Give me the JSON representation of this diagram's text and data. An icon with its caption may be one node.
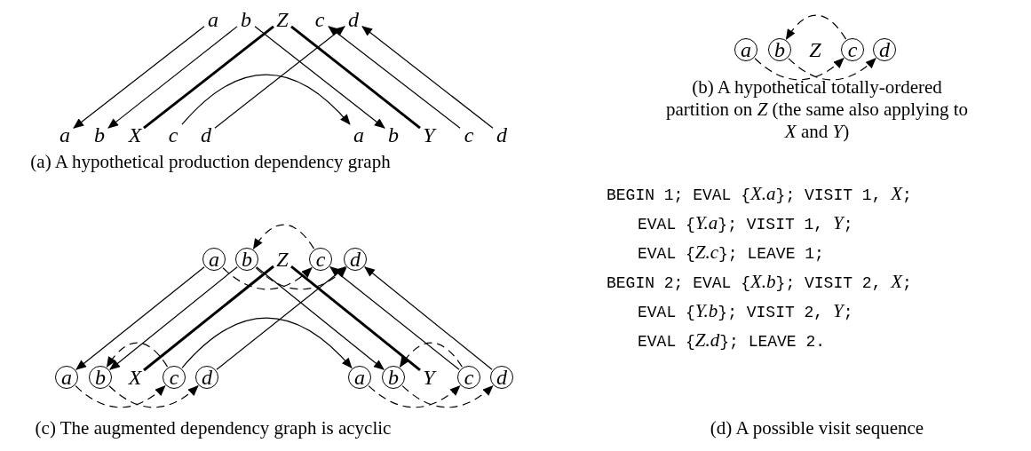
{
  "diagram": {
    "nodes": [
      {
        "text": [
          "a"
        ]
      },
      {
        "text": [
          "b"
        ]
      },
      {
        "text": [
          "Z"
        ]
      },
      {
        "text": [
          "c"
        ]
      },
      {
        "text": [
          "d"
        ]
      },
      {
        "text": [
          "a"
        ]
      },
      {
        "text": [
          "b"
        ]
      },
      {
        "text": [
          "X"
        ]
      },
      {
        "text": [
          "c"
        ]
      },
      {
        "text": [
          "d"
        ]
      },
      {
        "text": [
          "a"
        ]
      },
      {
        "text": [
          "b"
        ]
      },
      {
        "text": [
          "Y"
        ]
      },
      {
        "text": [
          "c"
        ]
      },
      {
        "text": [
          "d"
        ]
      },
      {
        "text": [
          "a"
        ]
      },
      {
        "text": [
          "b"
        ]
      },
      {
        "text": [
          "Z"
        ]
      },
      {
        "text": [
          "c"
        ]
      },
      {
        "text": [
          "d"
        ]
      },
      {
        "text": [
          "a"
        ]
      },
      {
        "text": [
          "b"
        ]
      },
      {
        "text": [
          "Z"
        ]
      },
      {
        "text": [
          "c"
        ]
      },
      {
        "text": [
          "d"
        ]
      },
      {
        "text": [
          "a"
        ]
      },
      {
        "text": [
          "b"
        ]
      },
      {
        "text": [
          "X"
        ]
      },
      {
        "text": [
          "c"
        ]
      },
      {
        "text": [
          "d"
        ]
      },
      {
        "text": [
          "a"
        ]
      },
      {
        "text": [
          "b"
        ]
      },
      {
        "text": [
          "Y"
        ]
      },
      {
        "text": [
          "c"
        ]
      },
      {
        "text": [
          "d"
        ]
      }
    ],
    "edges": [
      {
        "from": 0,
        "to": 5,
        "arrow": "to"
      },
      {
        "from": 1,
        "to": 6,
        "arrow": "to"
      },
      {
        "from": 2,
        "to": 7,
        "arrow": "none",
        "style": "thick"
      },
      {
        "from": 8,
        "to": 10,
        "arrow": "to"
      },
      {
        "from": 9,
        "to": 4,
        "arrow": "to"
      },
      {
        "from": 1,
        "to": 11,
        "arrow": "to"
      },
      {
        "from": 2,
        "to": 12,
        "arrow": "none",
        "style": "thick"
      },
      {
        "from": 13,
        "to": 3,
        "arrow": "to"
      },
      {
        "from": 14,
        "to": 4,
        "arrow": "to"
      },
      {
        "from": 18,
        "to": 16,
        "arrow": "to",
        "style": "dashed"
      },
      {
        "from": 15,
        "to": 18,
        "arrow": "to",
        "style": "dashed"
      },
      {
        "from": 16,
        "to": 19,
        "arrow": "to",
        "style": "dashed"
      },
      {
        "from": 20,
        "to": 25,
        "arrow": "to"
      },
      {
        "from": 21,
        "to": 26,
        "arrow": "to"
      },
      {
        "from": 22,
        "to": 27,
        "arrow": "none",
        "style": "thick"
      },
      {
        "from": 28,
        "to": 30,
        "arrow": "to"
      },
      {
        "from": 29,
        "to": 24,
        "arrow": "to"
      },
      {
        "from": 21,
        "to": 31,
        "arrow": "to"
      },
      {
        "from": 22,
        "to": 32,
        "arrow": "none",
        "style": "thick"
      },
      {
        "from": 33,
        "to": 23,
        "arrow": "to"
      },
      {
        "from": 34,
        "to": 24,
        "arrow": "to"
      },
      {
        "from": 23,
        "to": 21,
        "arrow": "to",
        "style": "dashed"
      },
      {
        "from": 20,
        "to": 23,
        "arrow": "to",
        "style": "dashed"
      },
      {
        "from": 21,
        "to": 24,
        "arrow": "to",
        "style": "dashed"
      },
      {
        "from": 28,
        "to": 26,
        "arrow": "to",
        "style": "dashed"
      },
      {
        "from": 25,
        "to": 28,
        "arrow": "to",
        "style": "dashed"
      },
      {
        "from": 26,
        "to": 29,
        "arrow": "to",
        "style": "dashed"
      },
      {
        "from": 33,
        "to": 31,
        "arrow": "to",
        "style": "dashed"
      },
      {
        "from": 30,
        "to": 33,
        "arrow": "to",
        "style": "dashed"
      },
      {
        "from": 31,
        "to": 34,
        "arrow": "to",
        "style": "dashed"
      }
    ],
    "labels": [
      "(a) A hypothetical production dependency graph",
      "(b) A hypothetical totally-ordered partition on *Z* (the same also applying to *X* and *Y*)",
      "BEGIN 1; EVAL {*X.a*}; VISIT 1, *X*;",
      "EVAL {*Y.a*}; VISIT 1, *Y*;",
      "EVAL {*Z.c*}; LEAVE 1;",
      "BEGIN 2; EVAL {*X.b*}; VISIT 2, *X*;",
      "EVAL {*Y.b*}; VISIT 2, *Y*;",
      "EVAL {*Z.d*}; LEAVE 2.",
      "(c) The augmented dependency graph is acyclic",
      "(d) A possible visit sequence"
    ]
  }
}
